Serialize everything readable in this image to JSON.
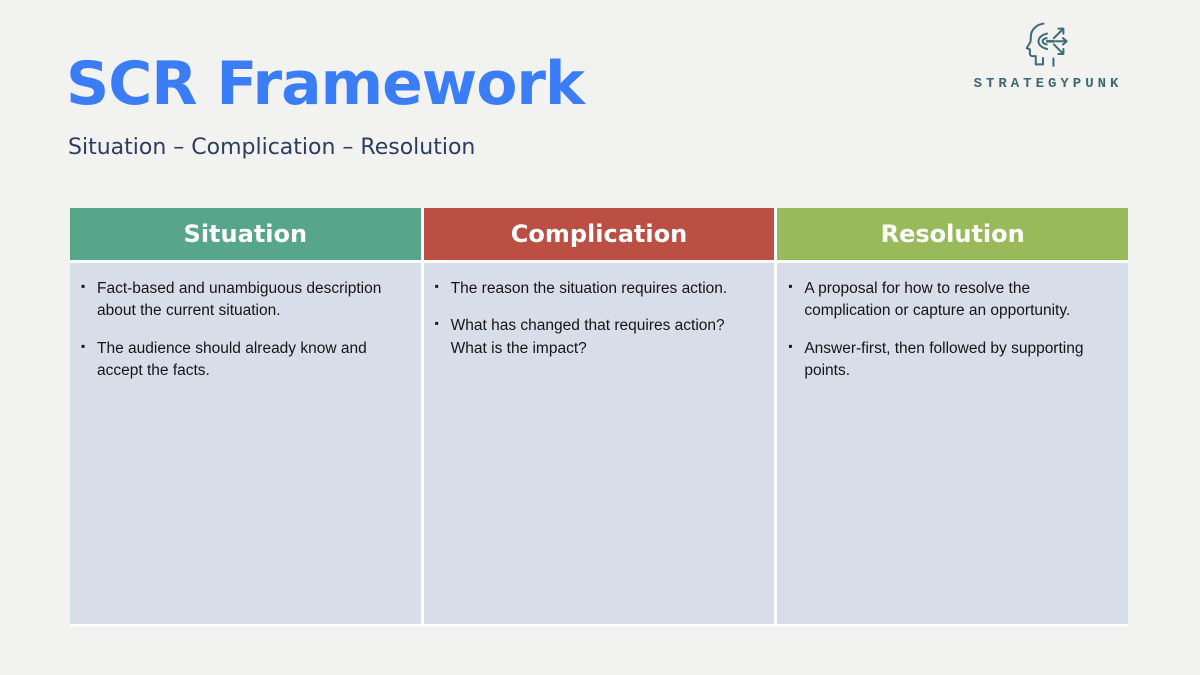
{
  "slide": {
    "title": "SCR Framework",
    "subtitle": "Situation – Complication – Resolution",
    "background_color": "#f2f2f1",
    "title_color": "#3b7df7",
    "subtitle_color": "#2c3d5f"
  },
  "logo": {
    "brand": "STRATEGYPUNK",
    "icon": "head-with-arrows-icon",
    "color": "#3e6974"
  },
  "table": {
    "header_text_color": "#ffffff",
    "body_background": "#d8ddea",
    "columns": [
      {
        "header": "Situation",
        "header_color": "#57a68c",
        "bullets": [
          "Fact-based and unambiguous description about the current situation.",
          "The audience should already know and accept the facts."
        ]
      },
      {
        "header": "Complication",
        "header_color": "#bc4f43",
        "bullets": [
          "The reason the situation requires action.",
          "What has changed that requires action? What is the impact?"
        ]
      },
      {
        "header": "Resolution",
        "header_color": "#99ba5b",
        "bullets": [
          "A proposal for how to resolve the complication or capture an opportunity.",
          "Answer-first, then followed by supporting points."
        ]
      }
    ]
  }
}
